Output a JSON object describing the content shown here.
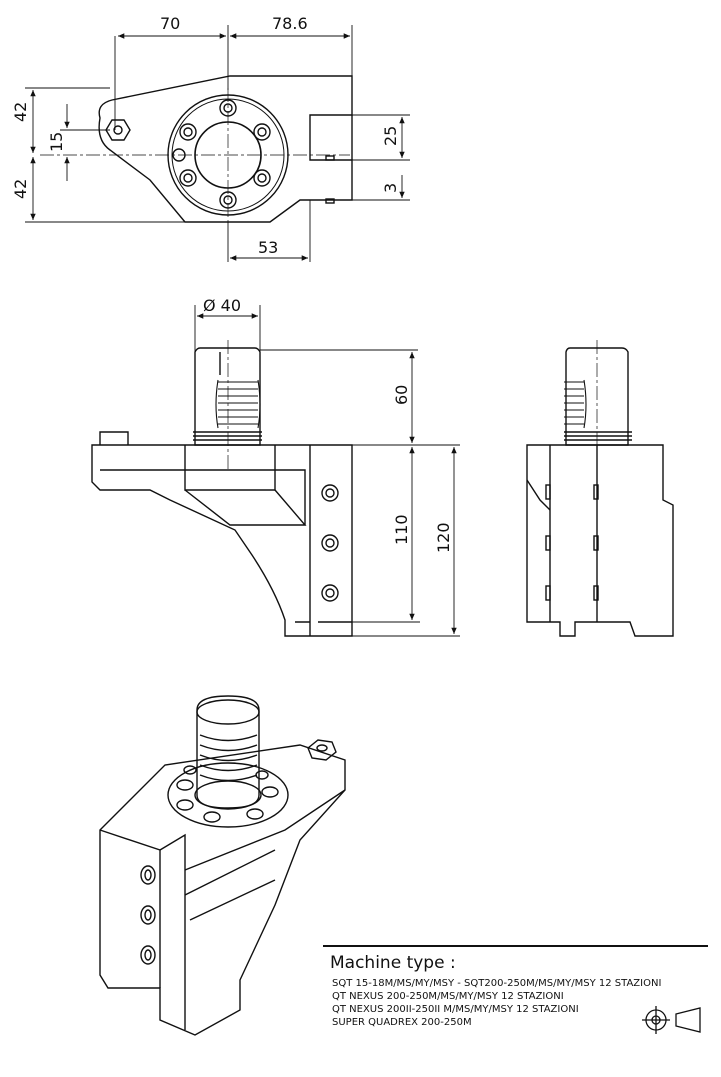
{
  "dimensions": {
    "top_view": {
      "width_left": "70",
      "width_right": "78.6",
      "height_upper": "42",
      "height_lower": "42",
      "offset_15": "15",
      "slot_25": "25",
      "slot_3": "3",
      "bottom_53": "53"
    },
    "front_view": {
      "shank_diameter": "Ø 40",
      "shank_height": "60",
      "body_height_110": "110",
      "body_height_120": "120"
    }
  },
  "machine_type": {
    "title": "Machine type :",
    "lines": [
      "SQT 15-18M/MS/MY/MSY - SQT200-250M/MS/MY/MSY 12 STAZIONI",
      "QT NEXUS 200-250M/MS/MY/MSY 12 STAZIONI",
      "QT NEXUS 200II-250II M/MS/MY/MSY 12 STAZIONI",
      "SUPER QUADREX 200-250M"
    ]
  },
  "icons": [
    "projection-symbol-icon"
  ],
  "colors": {
    "line": "#111111",
    "background": "#ffffff"
  }
}
